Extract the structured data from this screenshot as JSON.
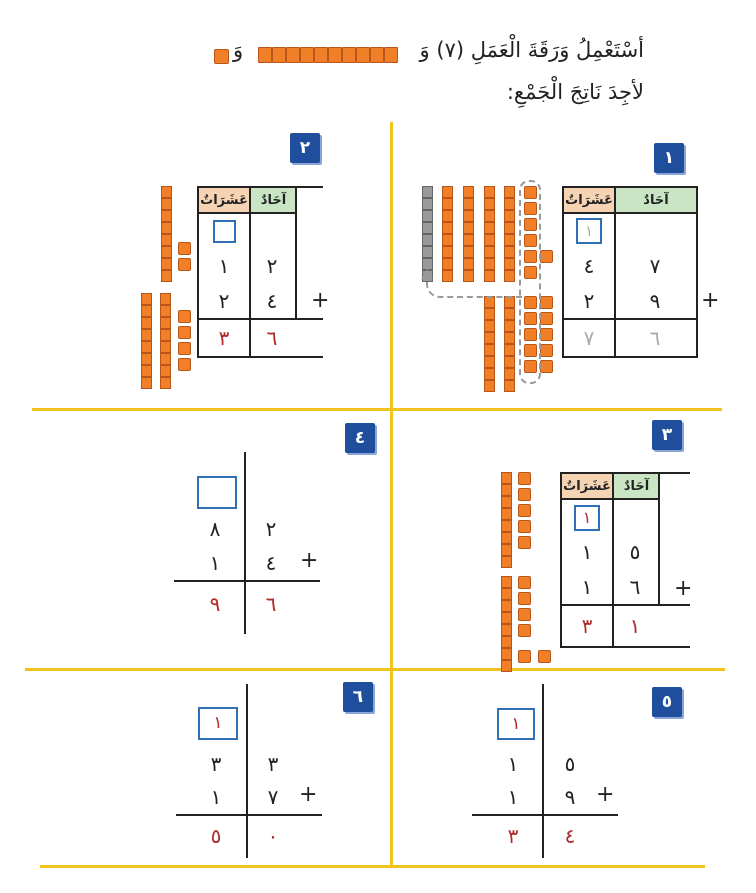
{
  "instructions": {
    "line1_part1": "أسْتَعْمِلُ وَرَقَةَ الْعَمَلِ (٧) وَ",
    "line1_part2": "وَ",
    "line2": "لأجِدَ نَاتِجَ الْجَمْعِ:"
  },
  "headers": {
    "ones": "آحَادٌ",
    "tens": "عَشَرَاتٌ"
  },
  "plus": "+",
  "problems": [
    {
      "number": "١",
      "carry": "١",
      "row1_ones": "٧",
      "row1_tens": "٤",
      "row2_ones": "٩",
      "row2_tens": "٢",
      "sum_ones": "٦",
      "sum_tens": "٧"
    },
    {
      "number": "٢",
      "carry": "",
      "row1_ones": "٢",
      "row1_tens": "١",
      "row2_ones": "٤",
      "row2_tens": "٢",
      "sum_ones": "٦",
      "sum_tens": "٣"
    },
    {
      "number": "٣",
      "carry": "١",
      "row1_ones": "٥",
      "row1_tens": "١",
      "row2_ones": "٦",
      "row2_tens": "١",
      "sum_ones": "١",
      "sum_tens": "٣"
    },
    {
      "number": "٤",
      "carry": "",
      "row1_ones": "٢",
      "row1_tens": "٨",
      "row2_ones": "٤",
      "row2_tens": "١",
      "sum_ones": "٦",
      "sum_tens": "٩"
    },
    {
      "number": "٥",
      "carry": "١",
      "row1_ones": "٥",
      "row1_tens": "١",
      "row2_ones": "٩",
      "row2_tens": "١",
      "sum_ones": "٤",
      "sum_tens": "٣"
    },
    {
      "number": "٦",
      "carry": "١",
      "row1_ones": "٣",
      "row1_tens": "٣",
      "row2_ones": "٧",
      "row2_tens": "١",
      "sum_ones": "٠",
      "sum_tens": "٥"
    }
  ],
  "colors": {
    "accent_divider": "#f2c31a",
    "badge": "#1f4e9c",
    "answer_red": "#b02a2a",
    "block_orange": "#f07f28"
  }
}
